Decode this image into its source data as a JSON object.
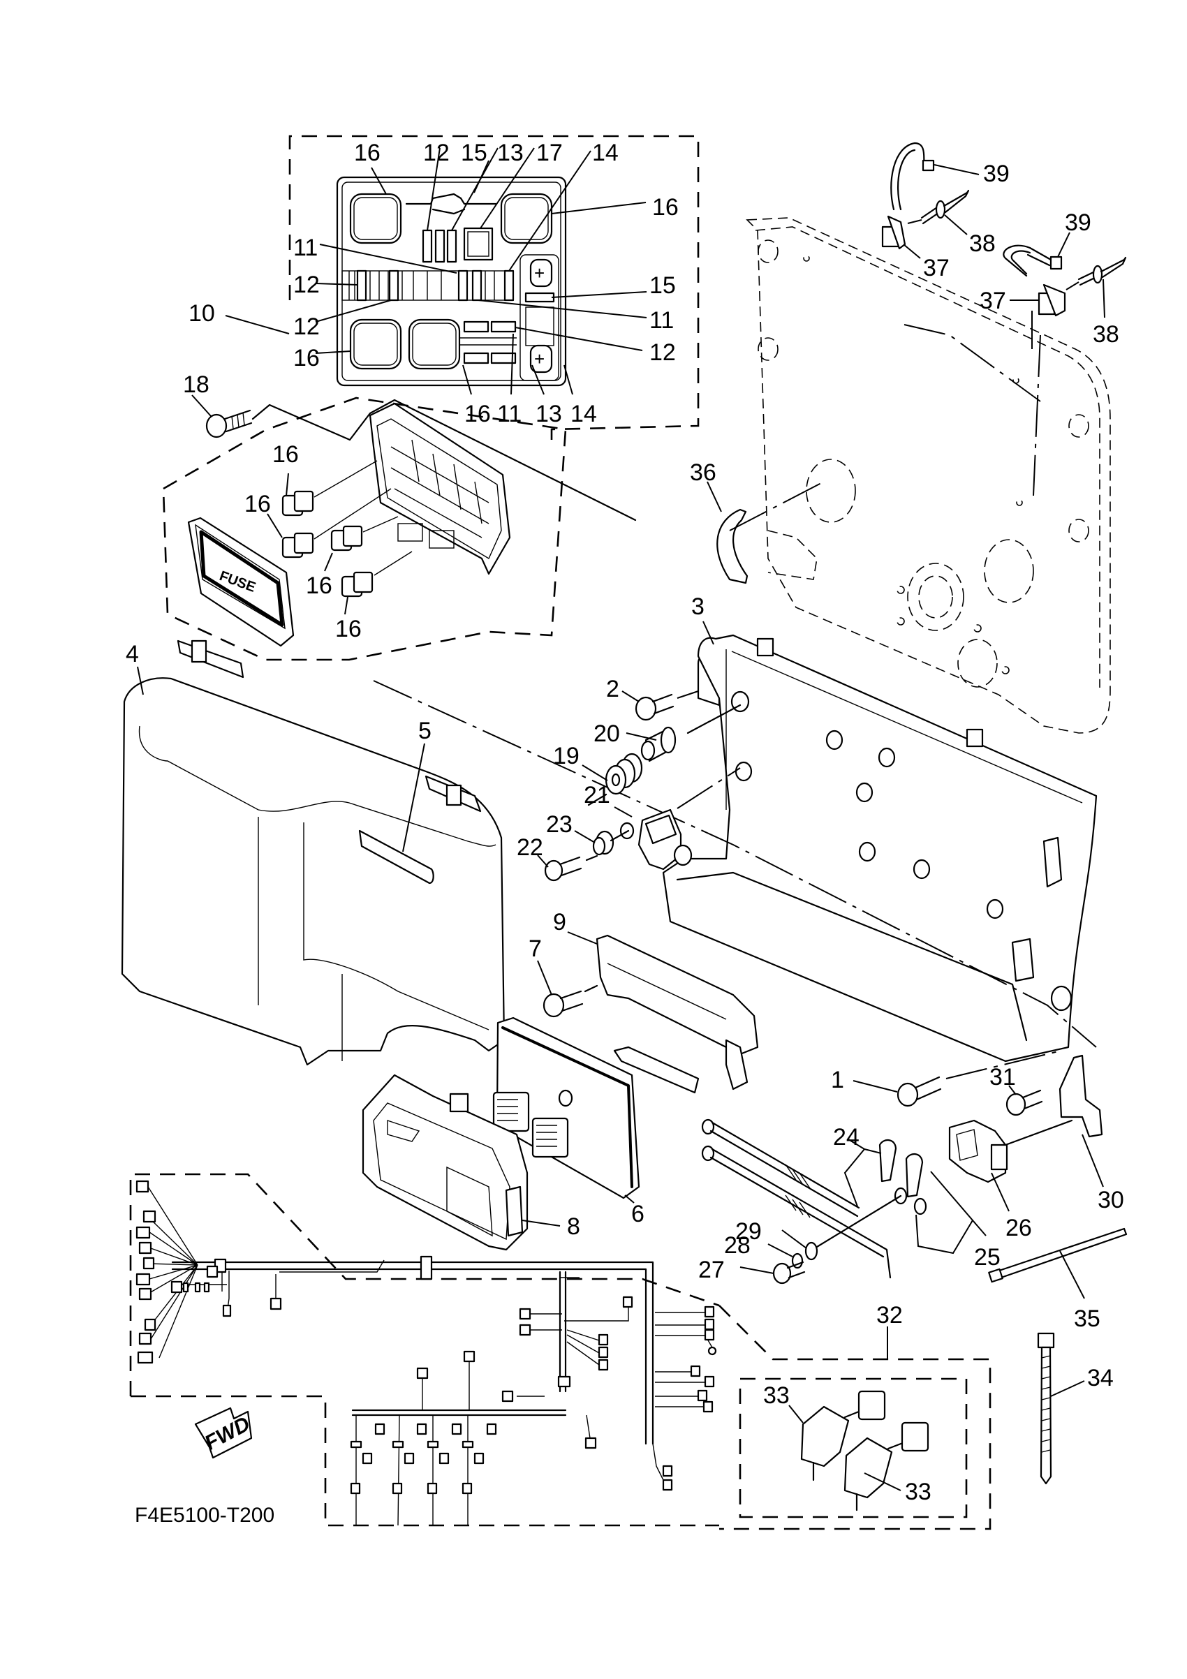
{
  "diagram": {
    "title_code": "F4E5100-T200",
    "fwd_label": "FWD",
    "fuse_label": "FUSE",
    "colors": {
      "line": "#000000",
      "background": "#ffffff"
    }
  },
  "callouts": {
    "c1": "1",
    "c2": "2",
    "c3": "3",
    "c4": "4",
    "c5": "5",
    "c6": "6",
    "c7": "7",
    "c8": "8",
    "c9": "9",
    "c10": "10",
    "fb_top_16": "16",
    "fb_top_12": "12",
    "fb_top_15": "15",
    "fb_top_13": "13",
    "fb_top_17": "17",
    "fb_top_14": "14",
    "fb_right_16": "16",
    "fb_left_11": "11",
    "fb_left_12a": "12",
    "fb_left_12b": "12",
    "fb_right_15": "15",
    "fb_right_11": "11",
    "fb_right_12": "12",
    "fb_left_16": "16",
    "fb_bot_16": "16",
    "fb_bot_11": "11",
    "fb_bot_13": "13",
    "fb_bot_14": "14",
    "c18": "18",
    "relay_16a": "16",
    "relay_16b": "16",
    "relay_16c": "16",
    "relay_16d": "16",
    "c19": "19",
    "c20": "20",
    "c21": "21",
    "c22": "22",
    "c23": "23",
    "c24": "24",
    "c25": "25",
    "c26": "26",
    "c27": "27",
    "c28": "28",
    "c29": "29",
    "c30": "30",
    "c31": "31",
    "c32": "32",
    "c33a": "33",
    "c33b": "33",
    "c34": "34",
    "c35": "35",
    "c36": "36",
    "c37a": "37",
    "c37b": "37",
    "c38a": "38",
    "c38b": "38",
    "c39a": "39",
    "c39b": "39"
  }
}
